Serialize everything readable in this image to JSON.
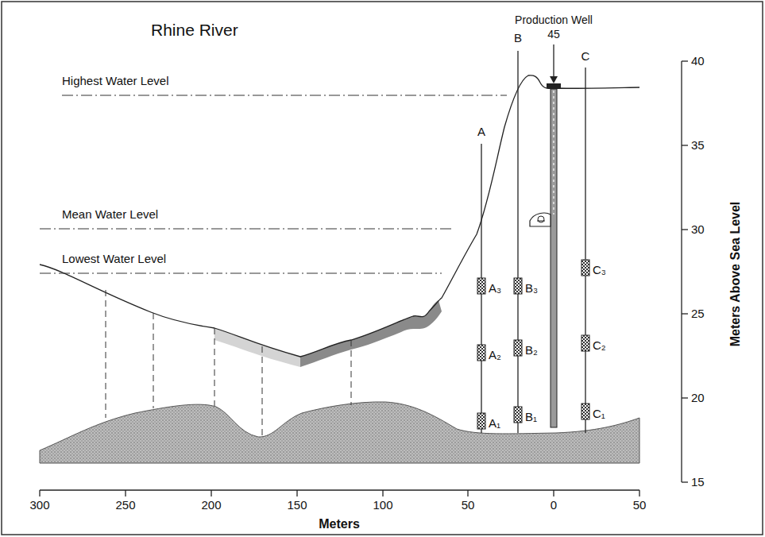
{
  "diagram": {
    "title": "Rhine River",
    "labels": [
      "Highest Water Level",
      "Mean Water Level",
      "Lowest Water Level",
      "Production Well",
      "45",
      "A",
      "B",
      "C",
      "A₃",
      "A₂",
      "A₁",
      "B₃",
      "B₂",
      "B₁",
      "C₃",
      "C₂",
      "C₁",
      "40",
      "35",
      "30",
      "25",
      "20",
      "15",
      "Meters Above Sea Level",
      "300",
      "250",
      "200",
      "150",
      "100",
      "50",
      "0",
      "50",
      "Meters"
    ]
  }
}
